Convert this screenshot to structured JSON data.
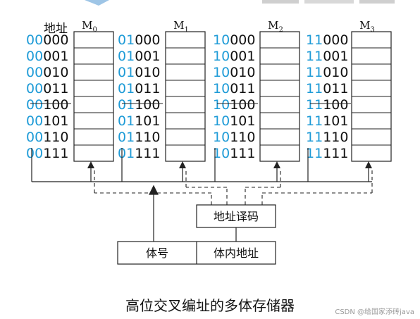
{
  "title_label": "地址",
  "modules": [
    {
      "name": "M",
      "sub": "0",
      "prefix": "00"
    },
    {
      "name": "M",
      "sub": "1",
      "prefix": "01"
    },
    {
      "name": "M",
      "sub": "2",
      "prefix": "10"
    },
    {
      "name": "M",
      "sub": "3",
      "prefix": "11"
    }
  ],
  "suffixes": [
    "000",
    "001",
    "010",
    "011",
    "100",
    "101",
    "110",
    "111"
  ],
  "decoder_label": "地址译码",
  "bank_field_label": "体号",
  "inner_field_label": "体内地址",
  "caption": "高位交叉编址的多体存储器",
  "watermark": "CSDN @给国家添砖java",
  "colors": {
    "prefix": "#1e9bd7",
    "text": "#111111",
    "line": "#222222"
  }
}
